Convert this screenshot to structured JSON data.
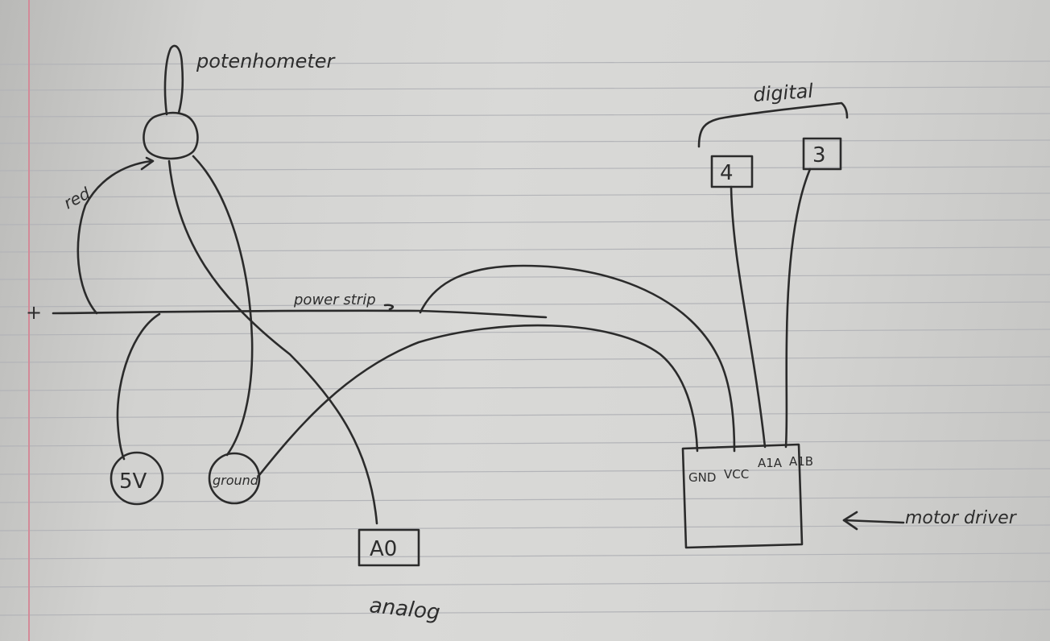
{
  "title": "",
  "labels": {
    "potentiometer": "potenhometer",
    "red": "red",
    "plus": "+",
    "power_strip": "power strip",
    "digital": "digital",
    "five_v": "5V",
    "ground": "ground",
    "analog_pin": "A0",
    "analog": "analog",
    "motor_driver": "motor driver"
  },
  "digital_pins": [
    "4",
    "3"
  ],
  "driver_pins": [
    "GND",
    "VCC",
    "A1A",
    "A1B"
  ],
  "colors": {
    "ink": "#2b2b2b",
    "paper": "#d6d6d4",
    "rule_line": "#b3b4b8",
    "margin_line": "#d38a98"
  }
}
